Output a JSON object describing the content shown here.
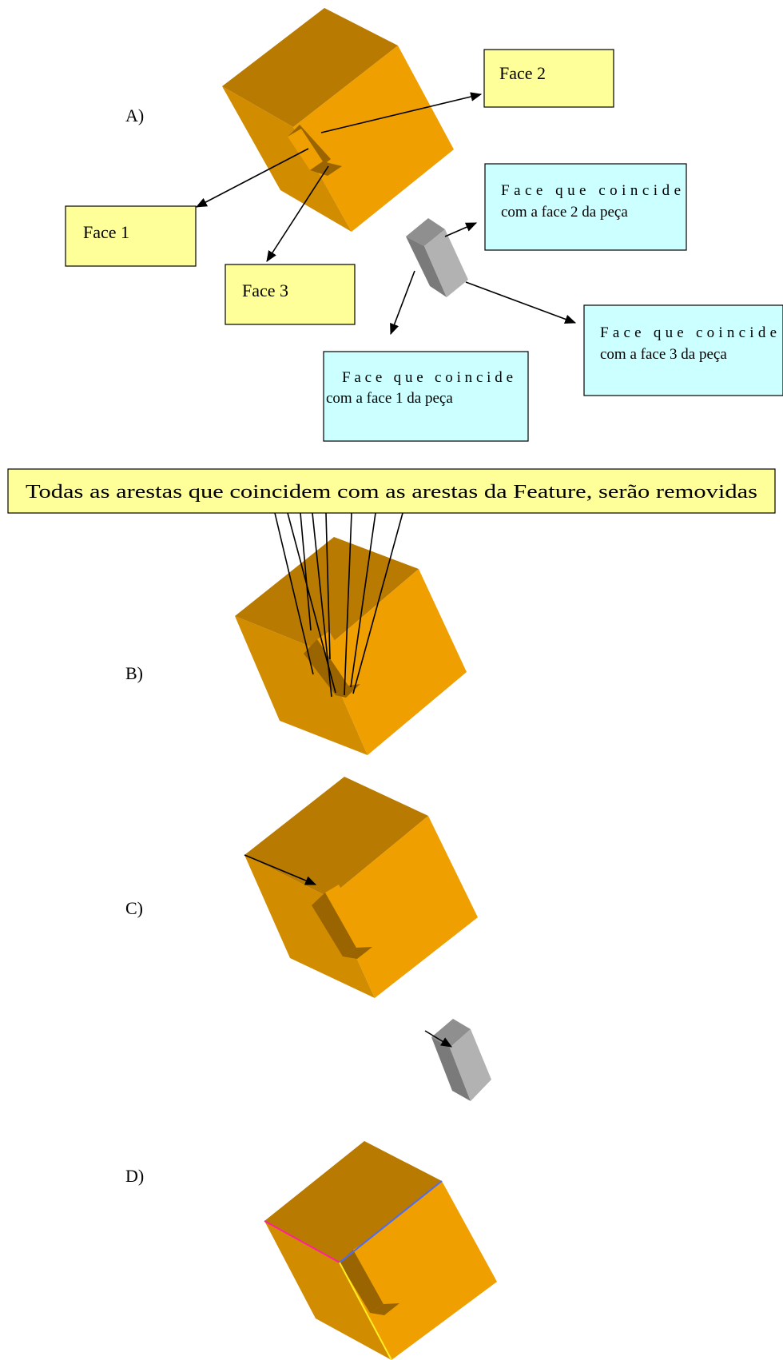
{
  "colors": {
    "cube_top": "#b87a00",
    "cube_left": "#d18c00",
    "cube_right": "#ef9f00",
    "slot_dark": "#9a6400",
    "tool_top": "#8f8f8f",
    "tool_left": "#7a7a7a",
    "tool_right": "#b2b2b2",
    "callout_yellow": "#ffff99",
    "callout_cyan": "#ccffff",
    "edge_magenta": "#ff1fa0",
    "edge_blue": "#4a6cff",
    "edge_yellow": "#ffee22"
  },
  "panels": {
    "a": {
      "label": "A)"
    },
    "b": {
      "label": "B)"
    },
    "c": {
      "label": "C)"
    },
    "d": {
      "label": "D)"
    }
  },
  "callouts": {
    "face1": "Face 1",
    "face2": "Face 2",
    "face3": "Face 3",
    "tool_face1": [
      "Face que coincide",
      "com a face 1 da peça"
    ],
    "tool_face2": [
      "Face que coincide",
      "com a face 2 da peça"
    ],
    "tool_face3": [
      "Face que coincide",
      "com a face 3 da peça"
    ]
  },
  "banner": "Todas as arestas que coincidem com as arestas da Feature, serão removidas"
}
